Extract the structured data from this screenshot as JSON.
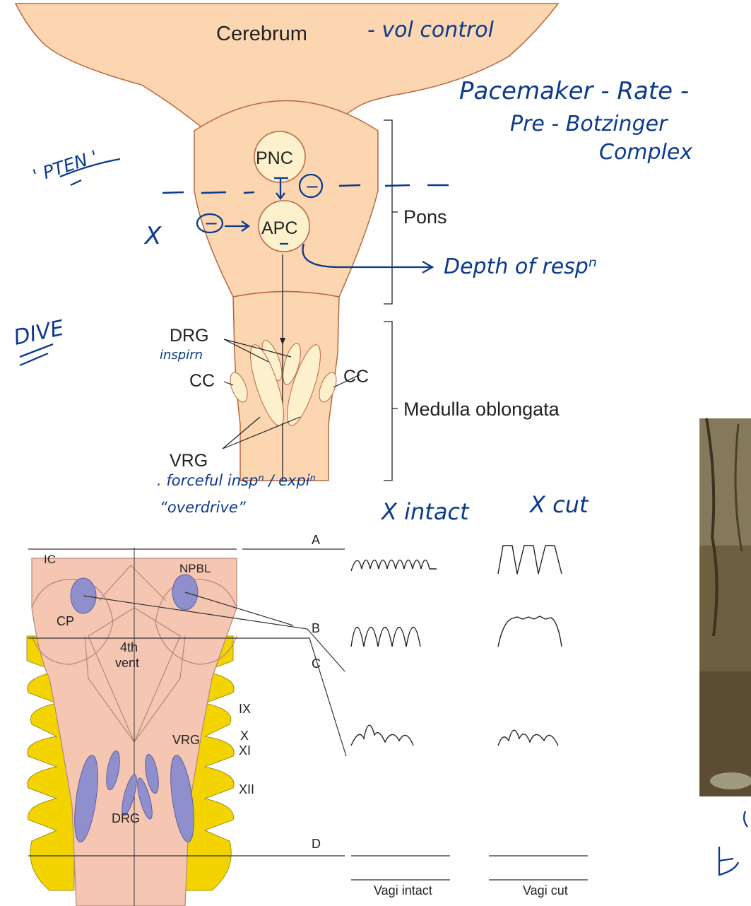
{
  "upper_diagram": {
    "cerebrum": "Cerebrum",
    "pnc": "PNC",
    "apc": "APC",
    "drg": "DRG",
    "cc_left": "CC",
    "cc_right": "CC",
    "vrg": "VRG",
    "pons": "Pons",
    "medulla": "Medulla oblongata"
  },
  "lower_diagram": {
    "level_a": "A",
    "level_b": "B",
    "level_c": "C",
    "level_d": "D",
    "ic": "IC",
    "npbl": "NPBL",
    "cp": "CP",
    "fourth_vent_1": "4th",
    "fourth_vent_2": "vent",
    "vrg": "VRG",
    "drg": "DRG",
    "nerve_ix": "IX",
    "nerve_x": "X",
    "nerve_xi": "XI",
    "nerve_xii": "XII",
    "col_intact": "Vagi intact",
    "col_cut": "Vagi cut"
  },
  "annotations": {
    "vol_control": "- vol control",
    "pacemaker": "Pacemaker - Rate -",
    "pre_botzinger": "Pre - Botzinger",
    "complex": "Complex",
    "pten": "' PTEN '",
    "dive": "DIVE",
    "ten_mark": "X",
    "minus_1": "−",
    "minus_2": "−",
    "depth": "Depth of respⁿ",
    "inspirn": "inspirn",
    "forceful": ". forceful inspⁿ / expiⁿ",
    "overdrive": "“overdrive”",
    "x_intact": "X intact",
    "x_cut": "X cut"
  },
  "colors": {
    "brain_fill": "#fbd6b0",
    "brain_stroke": "#b9663e",
    "nucleus_fill": "#fdf1cd",
    "lower_fill": "#f5c7b3",
    "nucleus_purple": "#8f8fce",
    "nerve_yellow": "#f3d400",
    "ink": "#0b3a8c"
  }
}
